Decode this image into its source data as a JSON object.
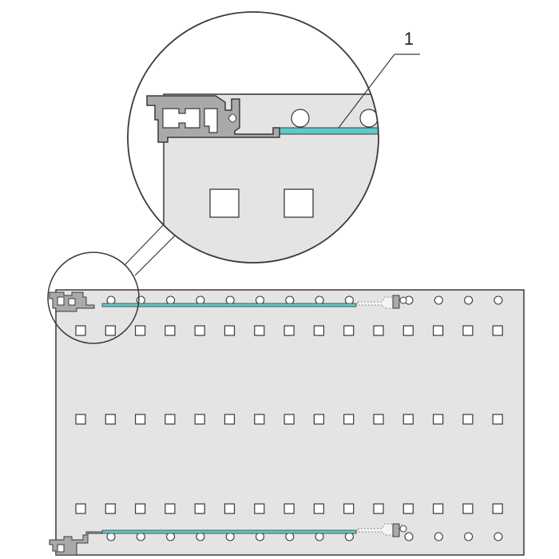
{
  "callouts": [
    {
      "label": "1"
    }
  ],
  "colors": {
    "panel_fill": "#e4e4e4",
    "outline": "#3a3a3a",
    "profile_fill": "#a9a9a9",
    "accent_strip": "#5ec9c9",
    "background": "#ffffff"
  },
  "panel": {
    "hole_rows": 3,
    "holes_per_row": 15,
    "round_holes_per_edge": 14
  }
}
